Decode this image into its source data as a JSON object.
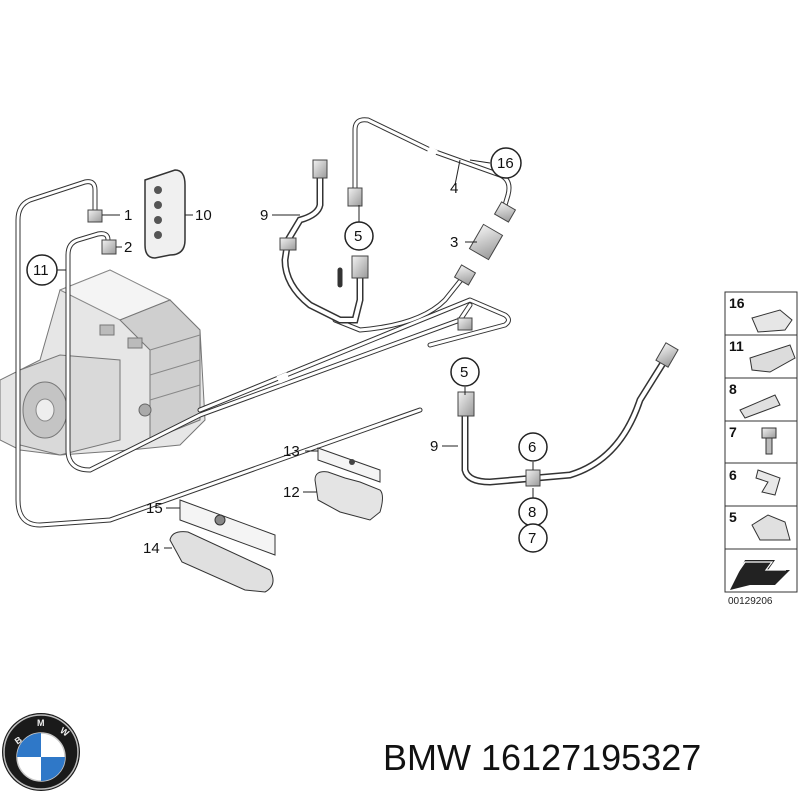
{
  "footer": {
    "brand": "BMW",
    "part_number": "16127195327"
  },
  "diagram": {
    "code": "00129206",
    "callouts": [
      "1",
      "2",
      "3",
      "4",
      "5",
      "6",
      "7",
      "8",
      "9",
      "10",
      "11",
      "12",
      "13",
      "14",
      "15",
      "16"
    ],
    "second_callouts": {
      "five": "5",
      "nine": "9"
    },
    "legend": [
      "16",
      "11",
      "8",
      "7",
      "6",
      "5"
    ]
  },
  "logo": {
    "text": "BMW"
  }
}
